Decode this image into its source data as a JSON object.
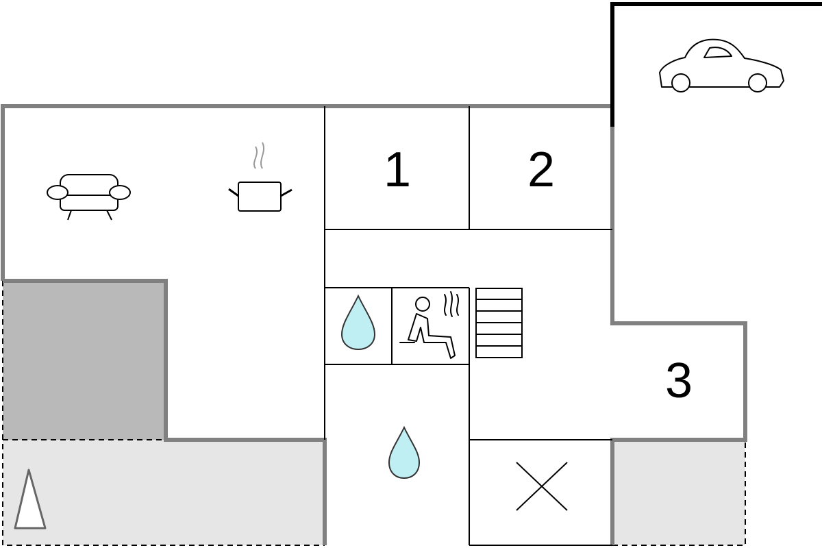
{
  "colors": {
    "wall": "#808080",
    "thin_line": "#000000",
    "terrace_fill": "#e6e6e6",
    "dark_area_fill": "#b9b9b9",
    "water": "#bfeef3"
  },
  "rooms": {
    "bedroom_1": {
      "label": "1"
    },
    "bedroom_2": {
      "label": "2"
    },
    "bedroom_3": {
      "label": "3"
    }
  },
  "icons": [
    "sofa-icon",
    "cooking-pot-icon",
    "car-icon",
    "water-drop-icon",
    "sauna-icon",
    "stairs-icon",
    "closed-cross-icon",
    "north-arrow-icon"
  ]
}
